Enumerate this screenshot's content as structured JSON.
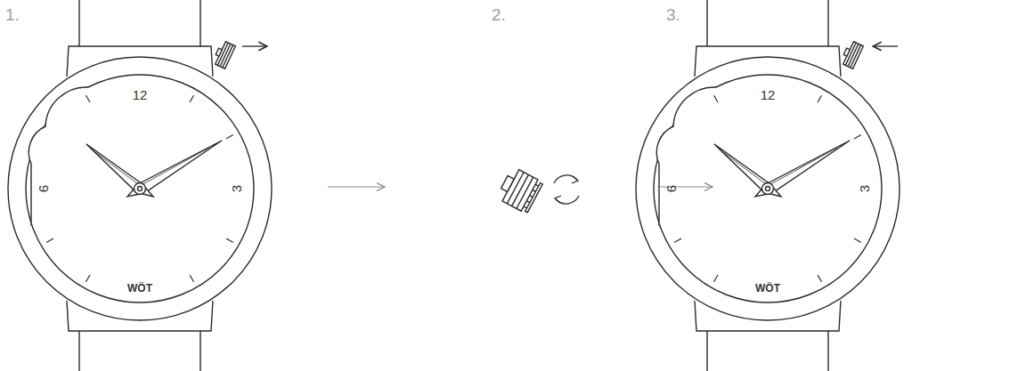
{
  "diagram": {
    "nodes": [
      {
        "text": [
          "1."
        ]
      },
      {
        "text": [
          "2."
        ]
      },
      {
        "text": [
          "3."
        ]
      }
    ],
    "edges": [
      {
        "from": 0,
        "to": 1,
        "arrow": "to"
      },
      {
        "from": 1,
        "to": 2,
        "arrow": "to"
      }
    ],
    "labels": [
      "12",
      "3",
      "9",
      "WÖT",
      "12",
      "3",
      "9",
      "WÖT"
    ]
  }
}
